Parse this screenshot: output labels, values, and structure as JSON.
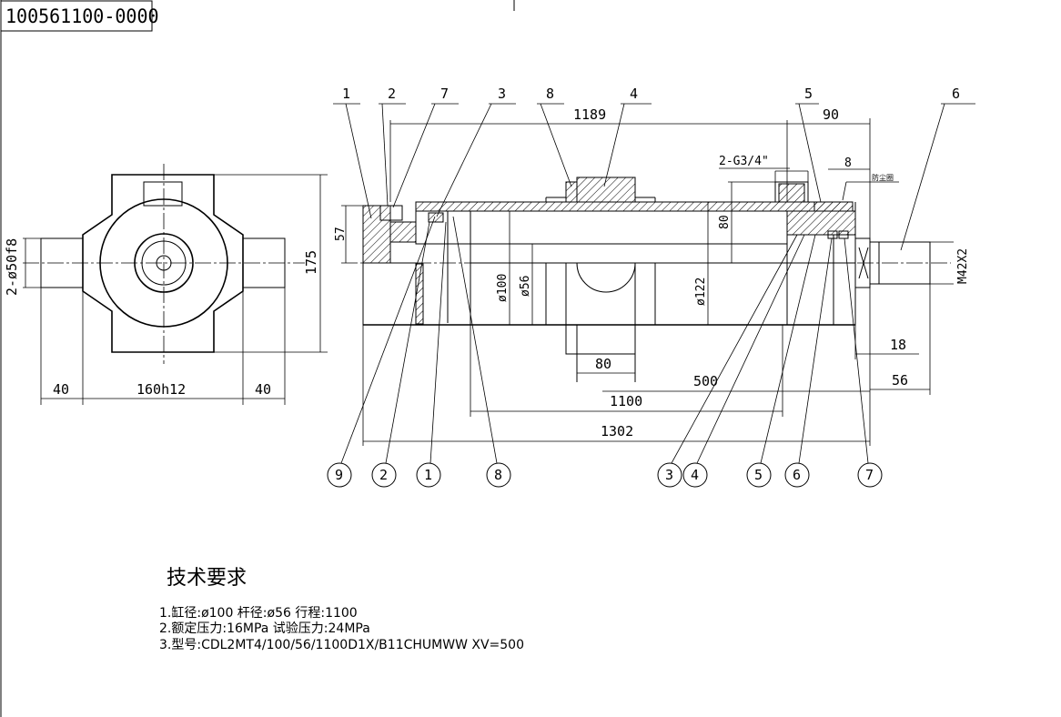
{
  "drawing_number": "100561100-0000",
  "front_view": {
    "dim_left_40": "40",
    "dim_body": "160h12",
    "dim_right_40": "40",
    "dim_height": "175",
    "dim_trunnion": "2-ø50f8"
  },
  "section_view": {
    "top_labels": [
      "1",
      "2",
      "7",
      "3",
      "8",
      "4",
      "5",
      "6"
    ],
    "dim_1189": "1189",
    "dim_90": "90",
    "dim_port": "2-G3/4\"",
    "dim_8": "8",
    "note_small": "防尘圈",
    "dim_57": "57",
    "dim_80_vert": "80",
    "dim_bore": "ø100",
    "dim_rod": "ø56",
    "dim_tube": "ø122",
    "dim_thread": "M42X2",
    "dim_80": "80",
    "dim_500": "500",
    "dim_1100": "1100",
    "dim_1302": "1302",
    "dim_18": "18",
    "dim_56": "56",
    "bottom_callouts": [
      "9",
      "2",
      "1",
      "8",
      "3",
      "4",
      "5",
      "6",
      "7"
    ]
  },
  "requirements": {
    "heading": "技术要求",
    "line1": "1.缸径:ø100     杆径:ø56   行程:1100",
    "line2": "2.额定压力:16MPa 试验压力:24MPa",
    "line3": "3.型号:CDL2MT4/100/56/1100D1X/B11CHUMWW   XV=500"
  }
}
